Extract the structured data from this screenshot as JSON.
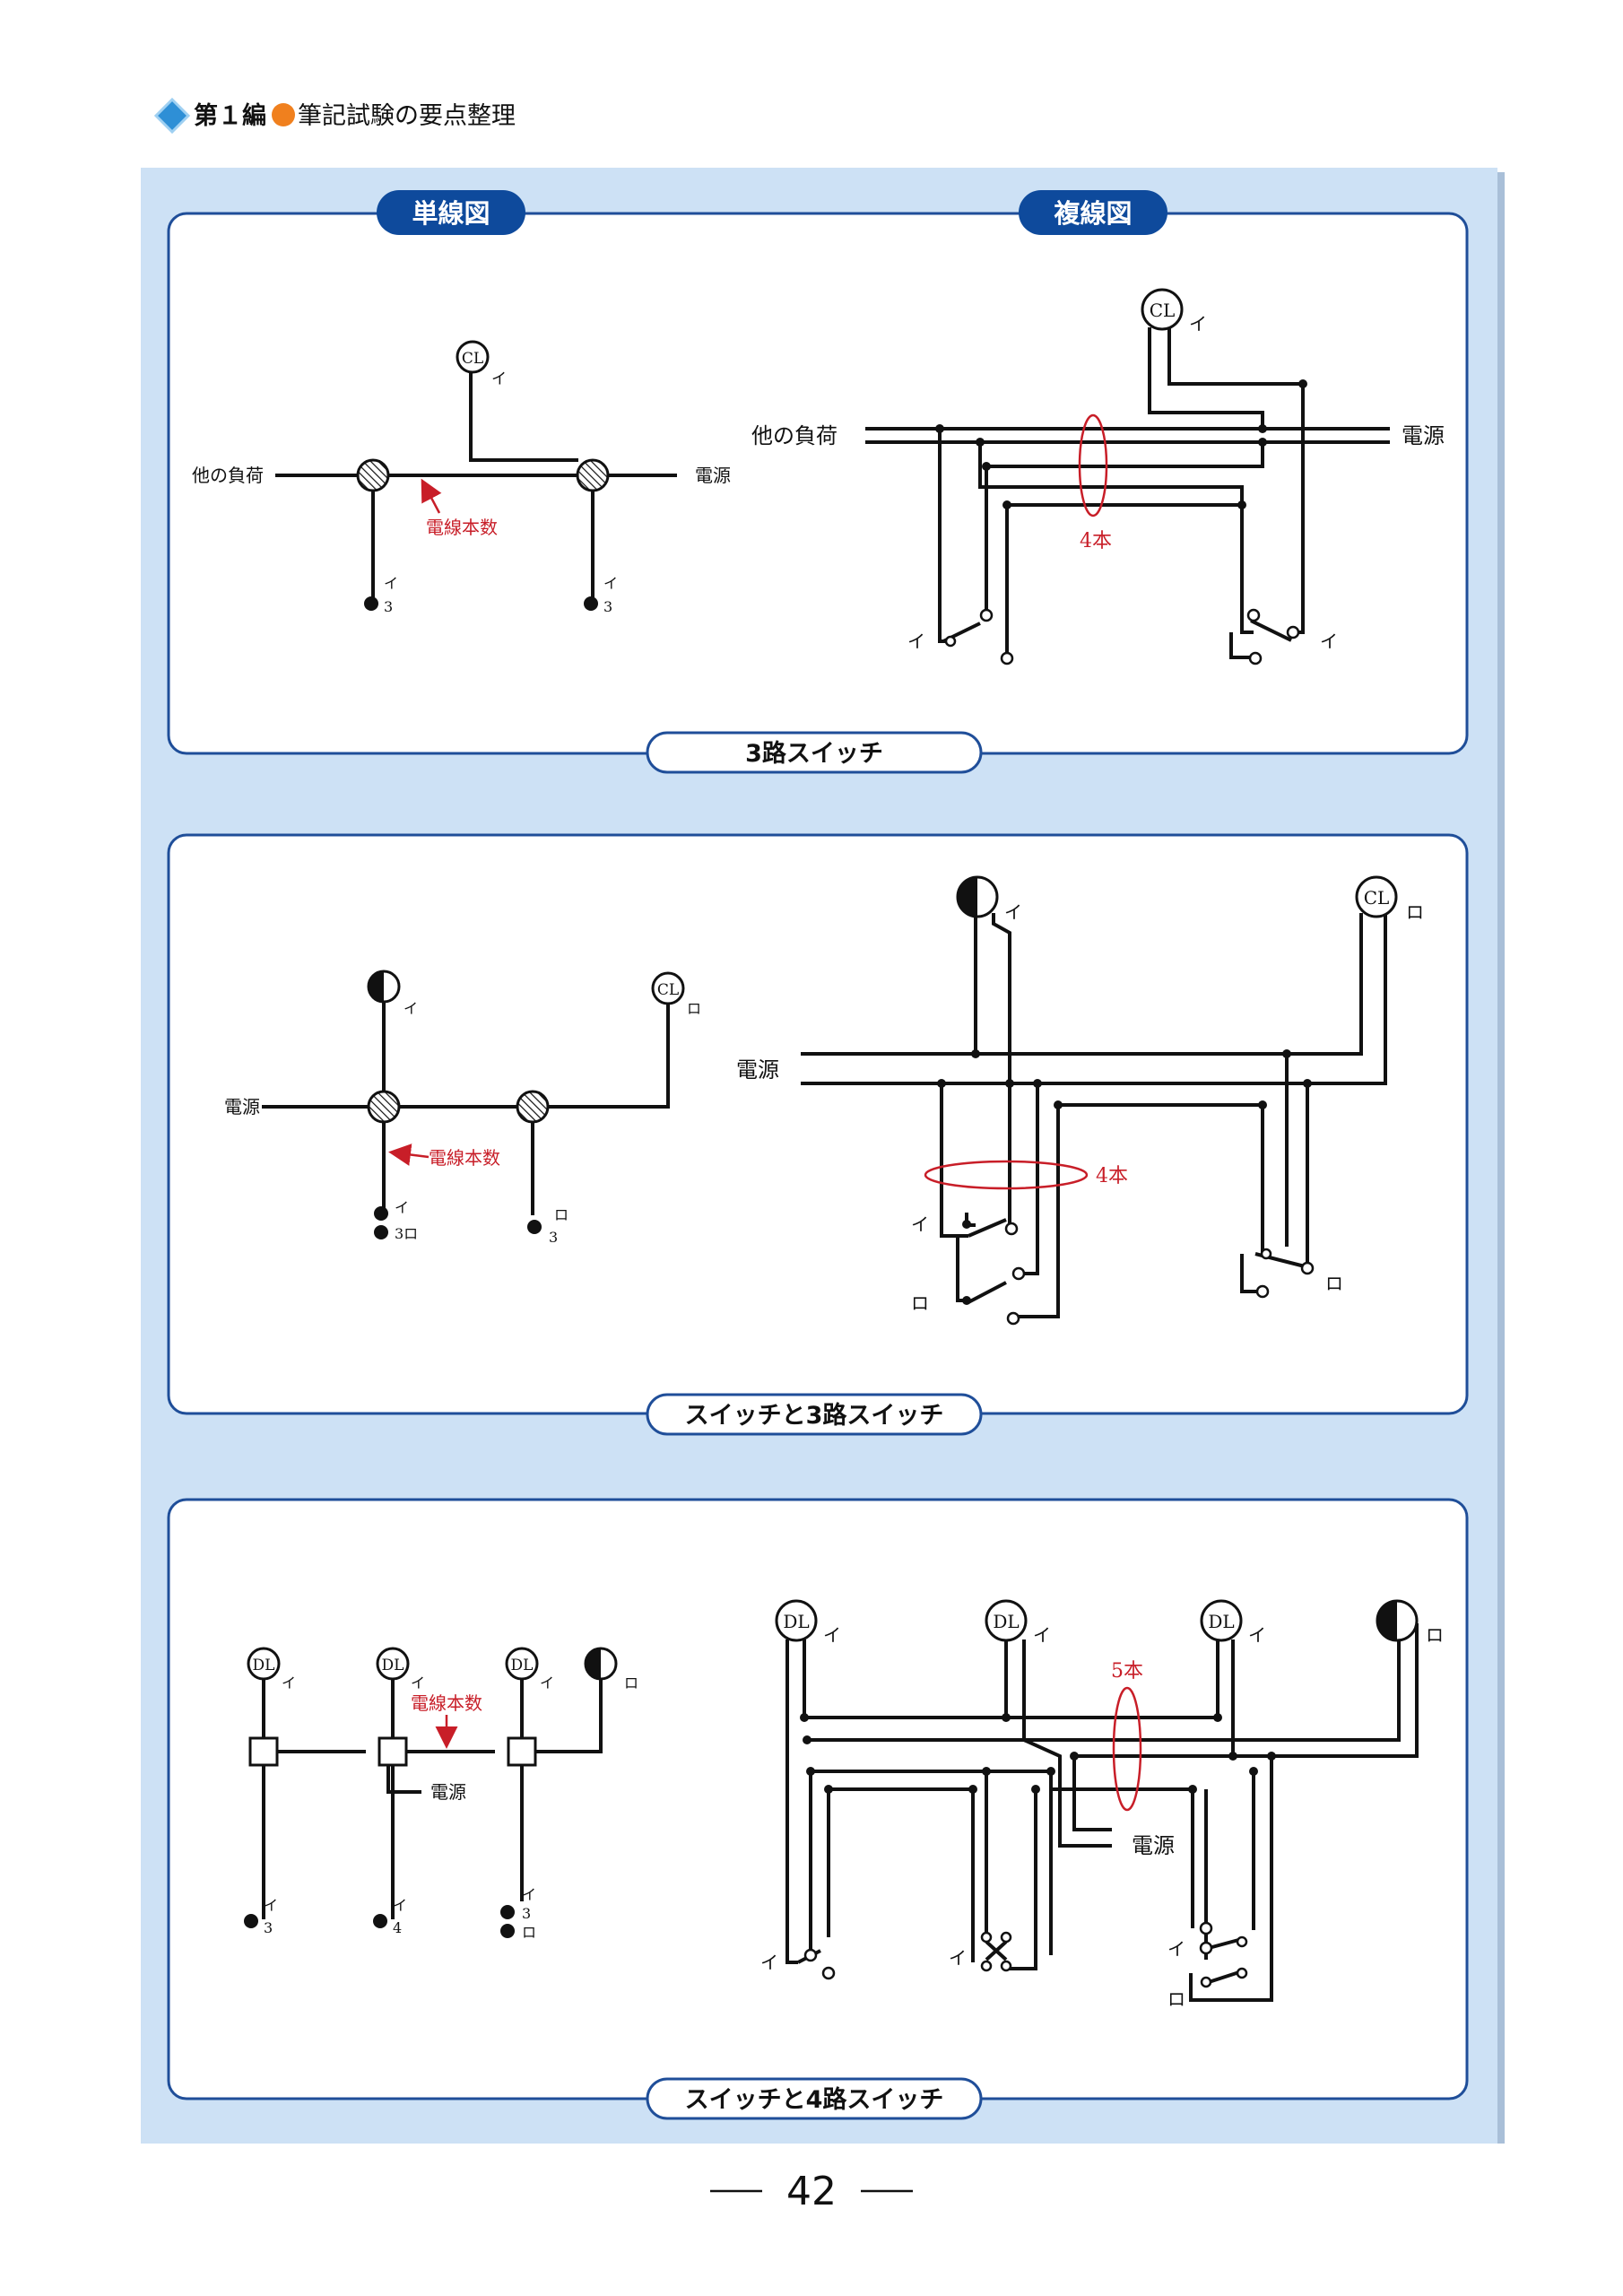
{
  "header": {
    "part": "第１編",
    "title": "筆記試験の要点整理"
  },
  "colors": {
    "panel_bg": "#cde1f5",
    "frame_border": "#1f4e99",
    "badge_fill": "#0e4a9c",
    "accent_red": "#c81e28",
    "header_orange": "#f0801e",
    "header_diamond": "#2e8fd6"
  },
  "labels": {
    "single_line": "単線図",
    "multi_line": "複線図"
  },
  "sections": [
    {
      "caption": "3路スイッチ",
      "single": {
        "lamp": "CL",
        "lamp_code": "イ",
        "left_load": "他の負荷",
        "source": "電源",
        "wire_note": "電線本数",
        "sw1_code": "イ",
        "sw1_type": "3",
        "sw2_code": "イ",
        "sw2_type": "3"
      },
      "multi": {
        "lamp": "CL",
        "lamp_code": "イ",
        "left_load": "他の負荷",
        "source": "電源",
        "count": "4本",
        "sw_left": "イ",
        "sw_right": "イ"
      }
    },
    {
      "caption": "スイッチと3路スイッチ",
      "single": {
        "lamp1_code": "イ",
        "lamp2": "CL",
        "lamp2_code": "ロ",
        "source": "電源",
        "wire_note": "電線本数",
        "sw1_code": "イ",
        "sw1_type": "3ロ",
        "sw2_code": "ロ",
        "sw2_type": "3"
      },
      "multi": {
        "lamp1_code": "イ",
        "lamp2": "CL",
        "lamp2_code": "ロ",
        "source": "電源",
        "count": "4本",
        "sw_a": "イ",
        "sw_b": "ロ",
        "sw_c": "ロ"
      }
    },
    {
      "caption": "スイッチと4路スイッチ",
      "single": {
        "dl": "DL",
        "dl_code": "イ",
        "wall_code": "ロ",
        "source": "電源",
        "wire_note": "電線本数",
        "sw1_code": "イ",
        "sw1_type": "3",
        "sw2_code": "イ",
        "sw2_type": "4",
        "sw3_code": "イ",
        "sw3_type": "3",
        "sw3_code2": "ロ"
      },
      "multi": {
        "dl": "DL",
        "dl_code": "イ",
        "wall_code": "ロ",
        "source": "電源",
        "count": "5本",
        "sw_a": "イ",
        "sw_b": "イ",
        "sw_c": "イ",
        "sw_d": "ロ"
      }
    }
  ],
  "page_number": "42"
}
